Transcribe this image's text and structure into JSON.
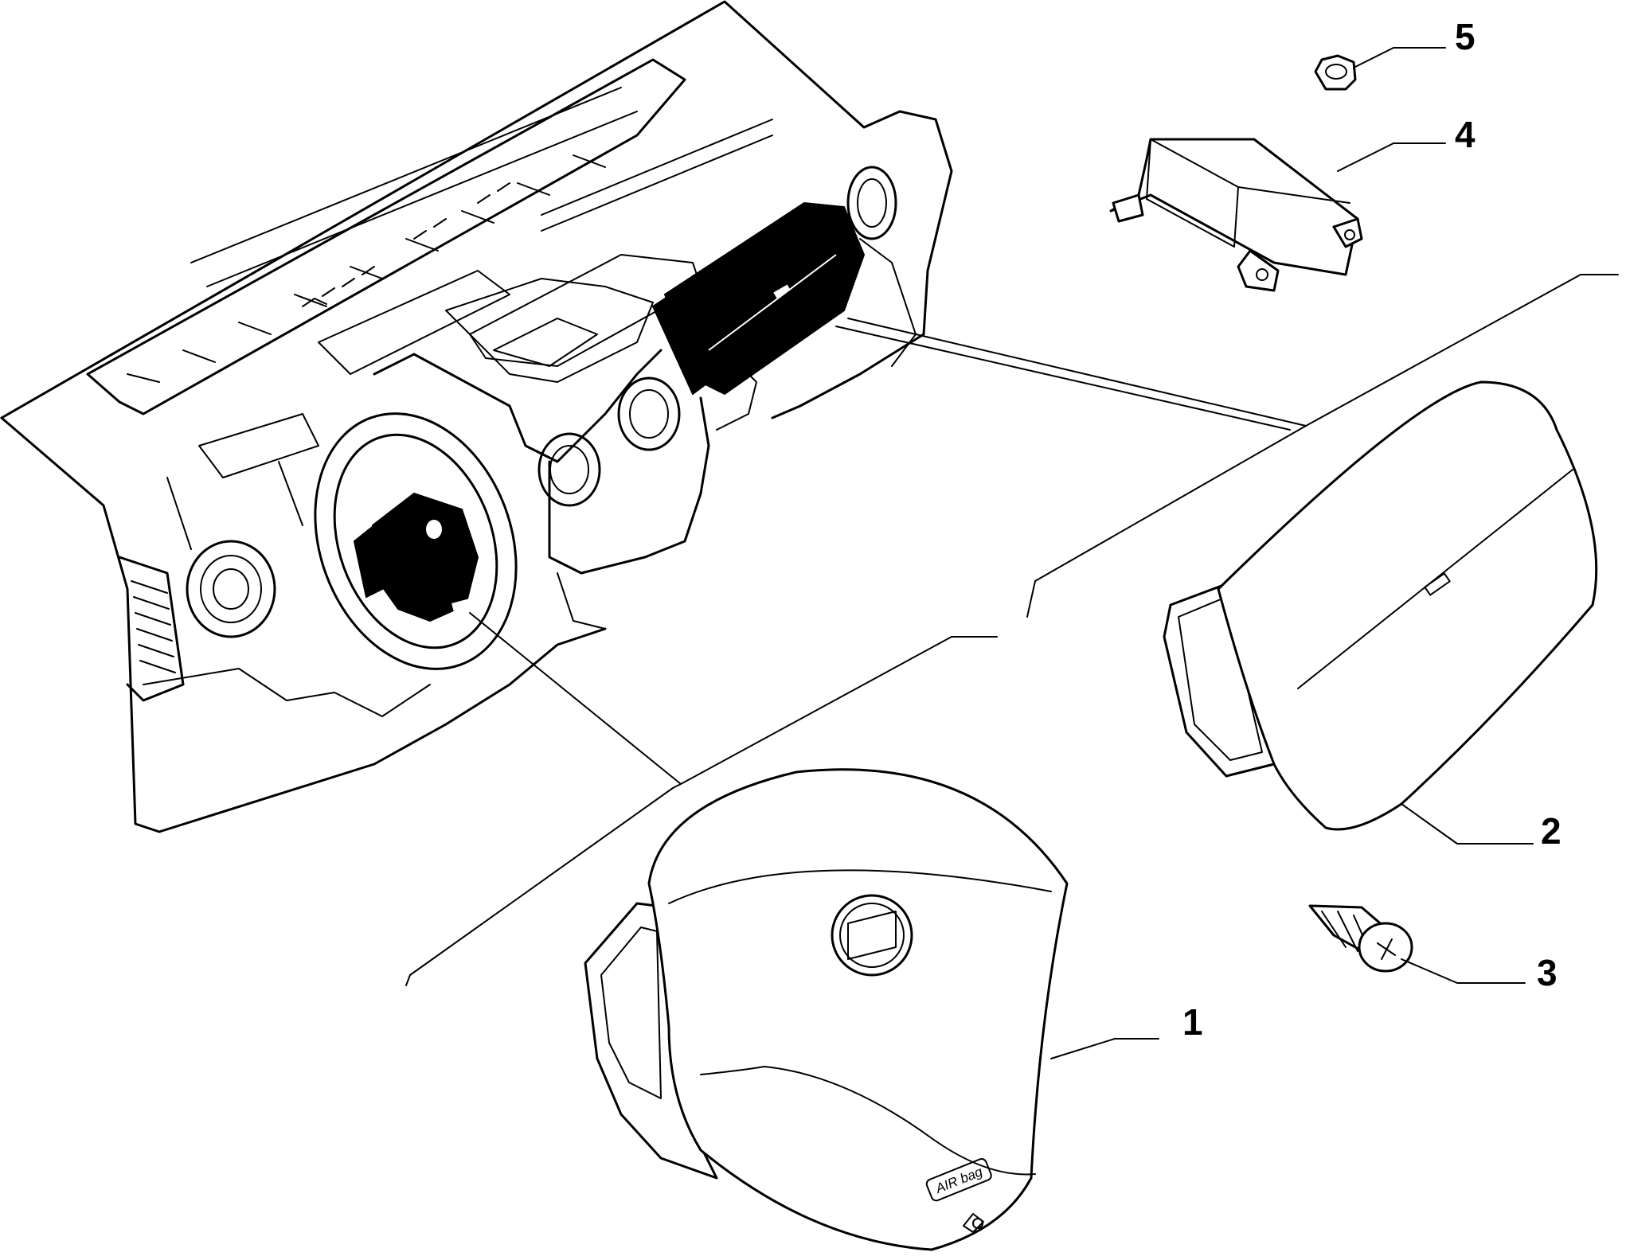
{
  "callouts": [
    {
      "number": "1",
      "part": "driver-airbag"
    },
    {
      "number": "2",
      "part": "passenger-airbag"
    },
    {
      "number": "3",
      "part": "screw"
    },
    {
      "number": "4",
      "part": "airbag-control-unit"
    },
    {
      "number": "5",
      "part": "nut"
    }
  ],
  "badges": {
    "driver_airbag_label": "AIR bag"
  },
  "colors": {
    "line": "#000000",
    "background": "#ffffff"
  }
}
